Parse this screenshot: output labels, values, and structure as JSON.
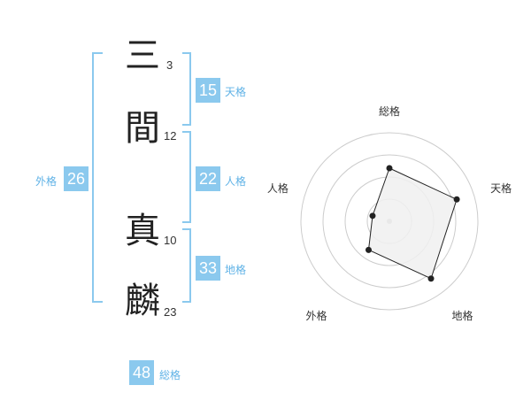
{
  "name_chars": [
    {
      "char": "三",
      "strokes": "3"
    },
    {
      "char": "間",
      "strokes": "12"
    },
    {
      "char": "真",
      "strokes": "10"
    },
    {
      "char": "麟",
      "strokes": "23"
    }
  ],
  "fortunes": {
    "tenkaku": {
      "value": "15",
      "label": "天格"
    },
    "jinkaku": {
      "value": "22",
      "label": "人格"
    },
    "chikaku": {
      "value": "33",
      "label": "地格"
    },
    "gaikaku": {
      "value": "26",
      "label": "外格"
    },
    "soukaku": {
      "value": "48",
      "label": "総格"
    }
  },
  "chart_data": {
    "type": "radar",
    "axes": [
      "総格",
      "天格",
      "地格",
      "外格",
      "人格"
    ],
    "values": [
      3,
      4,
      4,
      2,
      1
    ],
    "rmax": 5,
    "rings": 4,
    "colors": {
      "fill": "#f0f0f0",
      "line": "#222222",
      "ring": "#cccccc",
      "center": "#bbbbbb"
    }
  }
}
